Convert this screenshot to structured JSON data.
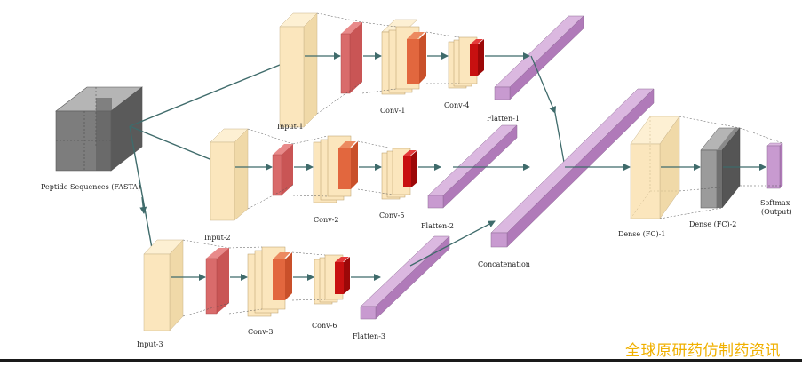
{
  "labels": {
    "peptide": "Peptide Sequences (FASTA)",
    "input1": "Input-1",
    "input2": "Input-2",
    "input3": "Input-3",
    "conv1": "Conv-1",
    "conv2": "Conv-2",
    "conv3": "Conv-3",
    "conv4": "Conv-4",
    "conv5": "Conv-5",
    "conv6": "Conv-6",
    "flatten1": "Flatten-1",
    "flatten2": "Flatten-2",
    "flatten3": "Flatten-3",
    "concat": "Concatenation",
    "dense1": "Dense (FC)-1",
    "dense2": "Dense (FC)-2",
    "softmax_line1": "Softmax",
    "softmax_line2": "(Output)"
  },
  "watermark": "全球原研药仿制药资讯",
  "colors": {
    "input": "#fbe6bd",
    "conv_light": "#d96b6b",
    "conv_mid": "#e2673e",
    "conv_dark": "#c81010",
    "flatten": "#c89ad0",
    "arrow": "#3f6b6b",
    "cube": "#7d7d7d"
  }
}
